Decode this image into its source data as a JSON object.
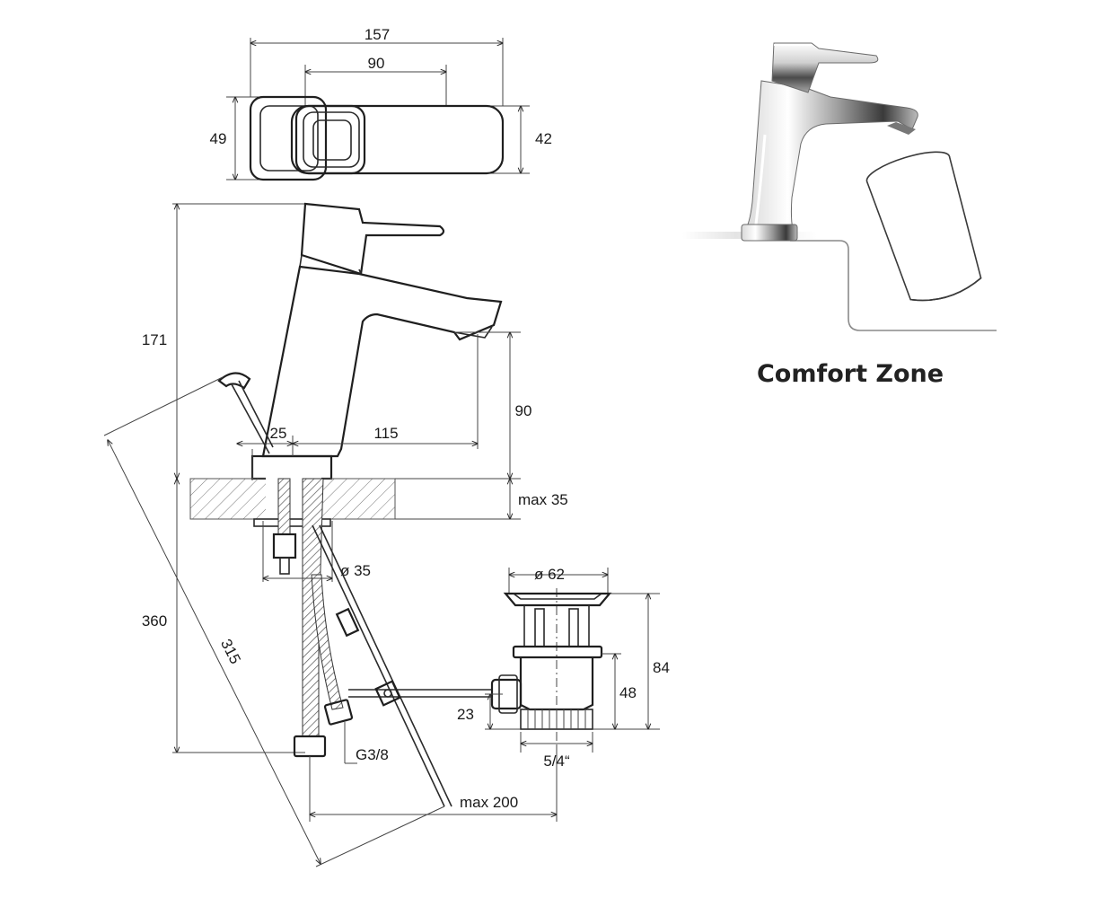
{
  "caption": "Comfort Zone",
  "dimensions": {
    "top_width": "157",
    "top_inner_width": "90",
    "top_left_height": "49",
    "top_right_height": "42",
    "height_total": "171",
    "spout_height": "90",
    "base_offset": "25",
    "spout_reach": "115",
    "deck_thickness": "max 35",
    "hole_diameter": "ø 35",
    "overall_height": "360",
    "rod_length": "315",
    "drain_diameter": "ø 62",
    "drain_height": "84",
    "drain_body_height": "48",
    "drain_outlet_height": "23",
    "drain_thread": "5/4“",
    "hose_thread": "G3/8",
    "max_distance": "max 200"
  },
  "colors": {
    "line": "#2a2a2a",
    "text": "#1a1a1a",
    "chrome_light": "#f4f4f4",
    "chrome_dark": "#3a3a3a"
  }
}
